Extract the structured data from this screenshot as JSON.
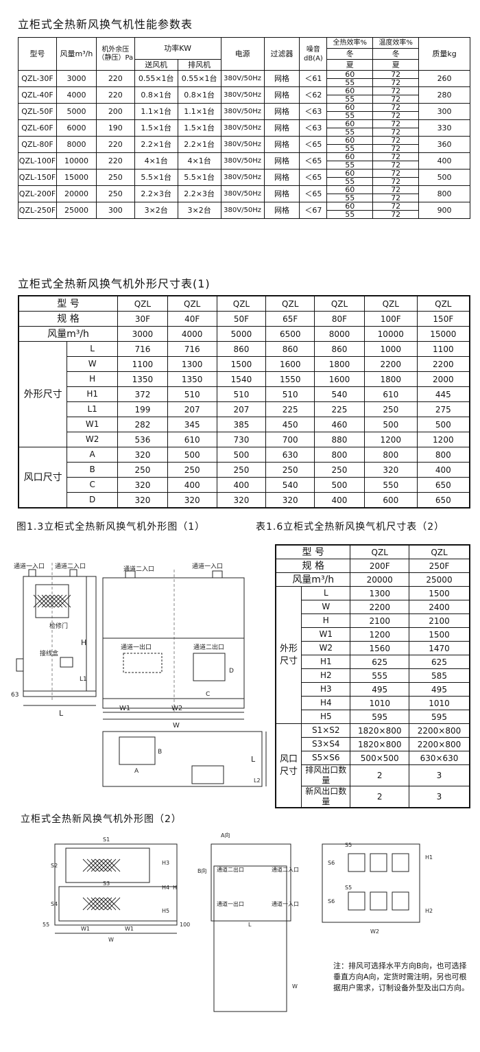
{
  "titles": {
    "t1": "立柜式全热新风换气机性能参数表",
    "t2": "立柜式全热新风换气机外形尺寸表(1)",
    "fig1": "图1.3立柜式全热新风换气机外形图（1）",
    "t3": "表1.6立柜式全热新风换气机尺寸表（2）",
    "fig2": "立柜式全热新风换气机外形图（2）"
  },
  "perf": {
    "h_model": "型号",
    "h_air": "风量m³/h",
    "h_press": "机外余压（静压）Pa",
    "h_power": "功率KW",
    "h_supply": "送风机",
    "h_exhaust": "排风机",
    "h_power_src": "电源",
    "h_filter": "过滤器",
    "h_noise": "噪音dB(A)",
    "h_eff1": "全热效率%",
    "h_eff2": "温度效率%",
    "h_winter": "冬",
    "h_summer": "夏",
    "h_mass": "质量kg",
    "rows": [
      {
        "model": "QZL-30F",
        "air": "3000",
        "press": "220",
        "sup": "0.55×1台",
        "exh": "0.55×1台",
        "src": "380V/50Hz",
        "filter": "网格",
        "noise": "＜61",
        "e1w": "60",
        "e1s": "55",
        "e2w": "72",
        "e2s": "72",
        "mass": "260"
      },
      {
        "model": "QZL-40F",
        "air": "4000",
        "press": "220",
        "sup": "0.8×1台",
        "exh": "0.8×1台",
        "src": "380V/50Hz",
        "filter": "网格",
        "noise": "＜62",
        "e1w": "60",
        "e1s": "55",
        "e2w": "72",
        "e2s": "72",
        "mass": "280"
      },
      {
        "model": "QZL-50F",
        "air": "5000",
        "press": "200",
        "sup": "1.1×1台",
        "exh": "1.1×1台",
        "src": "380V/50Hz",
        "filter": "网格",
        "noise": "＜63",
        "e1w": "60",
        "e1s": "55",
        "e2w": "72",
        "e2s": "72",
        "mass": "300"
      },
      {
        "model": "QZL-60F",
        "air": "6000",
        "press": "190",
        "sup": "1.5×1台",
        "exh": "1.5×1台",
        "src": "380V/50Hz",
        "filter": "网格",
        "noise": "＜63",
        "e1w": "60",
        "e1s": "55",
        "e2w": "72",
        "e2s": "72",
        "mass": "330"
      },
      {
        "model": "QZL-80F",
        "air": "8000",
        "press": "220",
        "sup": "2.2×1台",
        "exh": "2.2×1台",
        "src": "380V/50Hz",
        "filter": "网格",
        "noise": "＜65",
        "e1w": "60",
        "e1s": "55",
        "e2w": "72",
        "e2s": "72",
        "mass": "360"
      },
      {
        "model": "QZL-100F",
        "air": "10000",
        "press": "220",
        "sup": "4×1台",
        "exh": "4×1台",
        "src": "380V/50Hz",
        "filter": "网格",
        "noise": "＜65",
        "e1w": "60",
        "e1s": "55",
        "e2w": "72",
        "e2s": "72",
        "mass": "400"
      },
      {
        "model": "QZL-150F",
        "air": "15000",
        "press": "250",
        "sup": "5.5×1台",
        "exh": "5.5×1台",
        "src": "380V/50Hz",
        "filter": "网格",
        "noise": "＜65",
        "e1w": "60",
        "e1s": "55",
        "e2w": "72",
        "e2s": "72",
        "mass": "500"
      },
      {
        "model": "QZL-200F",
        "air": "20000",
        "press": "250",
        "sup": "2.2×3台",
        "exh": "2.2×3台",
        "src": "380V/50Hz",
        "filter": "网格",
        "noise": "＜65",
        "e1w": "60",
        "e1s": "55",
        "e2w": "72",
        "e2s": "72",
        "mass": "800"
      },
      {
        "model": "QZL-250F",
        "air": "25000",
        "press": "300",
        "sup": "3×2台",
        "exh": "3×2台",
        "src": "380V/50Hz",
        "filter": "网格",
        "noise": "＜67",
        "e1w": "60",
        "e1s": "55",
        "e2w": "72",
        "e2s": "72",
        "mass": "900"
      }
    ]
  },
  "dim1": {
    "h_model": "型 号",
    "h_spec": "规 格",
    "h_air": "风量m³/h",
    "g_outer": "外形尺寸",
    "g_port": "风口尺寸",
    "model_vals": [
      "QZL",
      "QZL",
      "QZL",
      "QZL",
      "QZL",
      "QZL",
      "QZL"
    ],
    "spec_vals": [
      "30F",
      "40F",
      "50F",
      "65F",
      "80F",
      "100F",
      "150F"
    ],
    "air_vals": [
      "3000",
      "4000",
      "5000",
      "6500",
      "8000",
      "10000",
      "15000"
    ],
    "outer": [
      {
        "k": "L",
        "v": [
          "716",
          "716",
          "860",
          "860",
          "860",
          "1000",
          "1100"
        ]
      },
      {
        "k": "W",
        "v": [
          "1100",
          "1300",
          "1500",
          "1600",
          "1800",
          "2200",
          "2200"
        ]
      },
      {
        "k": "H",
        "v": [
          "1350",
          "1350",
          "1540",
          "1550",
          "1600",
          "1800",
          "2000"
        ]
      },
      {
        "k": "H1",
        "v": [
          "372",
          "510",
          "510",
          "510",
          "540",
          "610",
          "445"
        ]
      },
      {
        "k": "L1",
        "v": [
          "199",
          "207",
          "207",
          "225",
          "225",
          "250",
          "275"
        ]
      },
      {
        "k": "W1",
        "v": [
          "282",
          "345",
          "385",
          "450",
          "460",
          "500",
          "500"
        ]
      },
      {
        "k": "W2",
        "v": [
          "536",
          "610",
          "730",
          "700",
          "880",
          "1200",
          "1200"
        ]
      }
    ],
    "port": [
      {
        "k": "A",
        "v": [
          "320",
          "500",
          "500",
          "630",
          "800",
          "800",
          "800"
        ]
      },
      {
        "k": "B",
        "v": [
          "250",
          "250",
          "250",
          "250",
          "250",
          "320",
          "400"
        ]
      },
      {
        "k": "C",
        "v": [
          "320",
          "400",
          "400",
          "540",
          "500",
          "550",
          "650"
        ]
      },
      {
        "k": "D",
        "v": [
          "320",
          "320",
          "320",
          "320",
          "400",
          "600",
          "650"
        ]
      }
    ]
  },
  "dim2": {
    "h_model": "型 号",
    "h_spec": "规 格",
    "h_air": "风量m³/h",
    "g_outer": "外形尺寸",
    "g_port": "风口尺寸",
    "model_vals": [
      "QZL",
      "QZL"
    ],
    "spec_vals": [
      "200F",
      "250F"
    ],
    "air_vals": [
      "20000",
      "25000"
    ],
    "outer": [
      {
        "k": "L",
        "v": [
          "1300",
          "1500"
        ]
      },
      {
        "k": "W",
        "v": [
          "2200",
          "2400"
        ]
      },
      {
        "k": "H",
        "v": [
          "2100",
          "2100"
        ]
      },
      {
        "k": "W1",
        "v": [
          "1200",
          "1500"
        ]
      },
      {
        "k": "W2",
        "v": [
          "1560",
          "1470"
        ]
      },
      {
        "k": "H1",
        "v": [
          "625",
          "625"
        ]
      },
      {
        "k": "H2",
        "v": [
          "555",
          "585"
        ]
      },
      {
        "k": "H3",
        "v": [
          "495",
          "495"
        ]
      },
      {
        "k": "H4",
        "v": [
          "1010",
          "1010"
        ]
      },
      {
        "k": "H5",
        "v": [
          "595",
          "595"
        ]
      }
    ],
    "port": [
      {
        "k": "S1×S2",
        "v": [
          "1820×800",
          "2200×800"
        ]
      },
      {
        "k": "S3×S4",
        "v": [
          "1820×800",
          "2200×800"
        ]
      },
      {
        "k": "S5×S6",
        "v": [
          "500×500",
          "630×630"
        ]
      },
      {
        "k": "排风出口数量",
        "v": [
          "2",
          "3"
        ]
      },
      {
        "k": "新风出口数量",
        "v": [
          "2",
          "3"
        ]
      }
    ]
  },
  "fig1_labels": {
    "ch1_in": "通道一入口",
    "ch2_in": "通道二入口",
    "door": "检修门",
    "junction": "接线盒",
    "ch2_out": "通道二出口",
    "ch1_out": "通道一出口",
    "top_ch2_in": "通道二入口",
    "top_ch1_in": "通道一入口",
    "L": "L",
    "H": "H",
    "L1": "L1",
    "n63": "63",
    "W1": "W1",
    "W2": "W2",
    "W": "W",
    "C": "C",
    "D": "D",
    "A": "A",
    "B": "B",
    "L2": "L2"
  },
  "fig2_labels": {
    "S1": "S1",
    "S2": "S2",
    "S3": "S3",
    "S4": "S4",
    "S5": "S5",
    "S6": "S6",
    "H": "H",
    "H1": "H1",
    "H2": "H2",
    "H3": "H3",
    "H4": "H4",
    "H5": "H5",
    "W": "W",
    "W1": "W1",
    "W2": "W2",
    "L": "L",
    "n55": "55",
    "n100": "100",
    "dirA": "A向",
    "dirB": "B向",
    "ch2_out": "通道二出口",
    "ch1_out": "通道一出口",
    "ch2_in": "通道二入口",
    "ch1_in": "通道一入口"
  },
  "note": "注：排风可选择水平方向B向，也可选择垂直方向A向，定货时需注明，另也可根据用户需求，订制设备外型及出口方向。"
}
